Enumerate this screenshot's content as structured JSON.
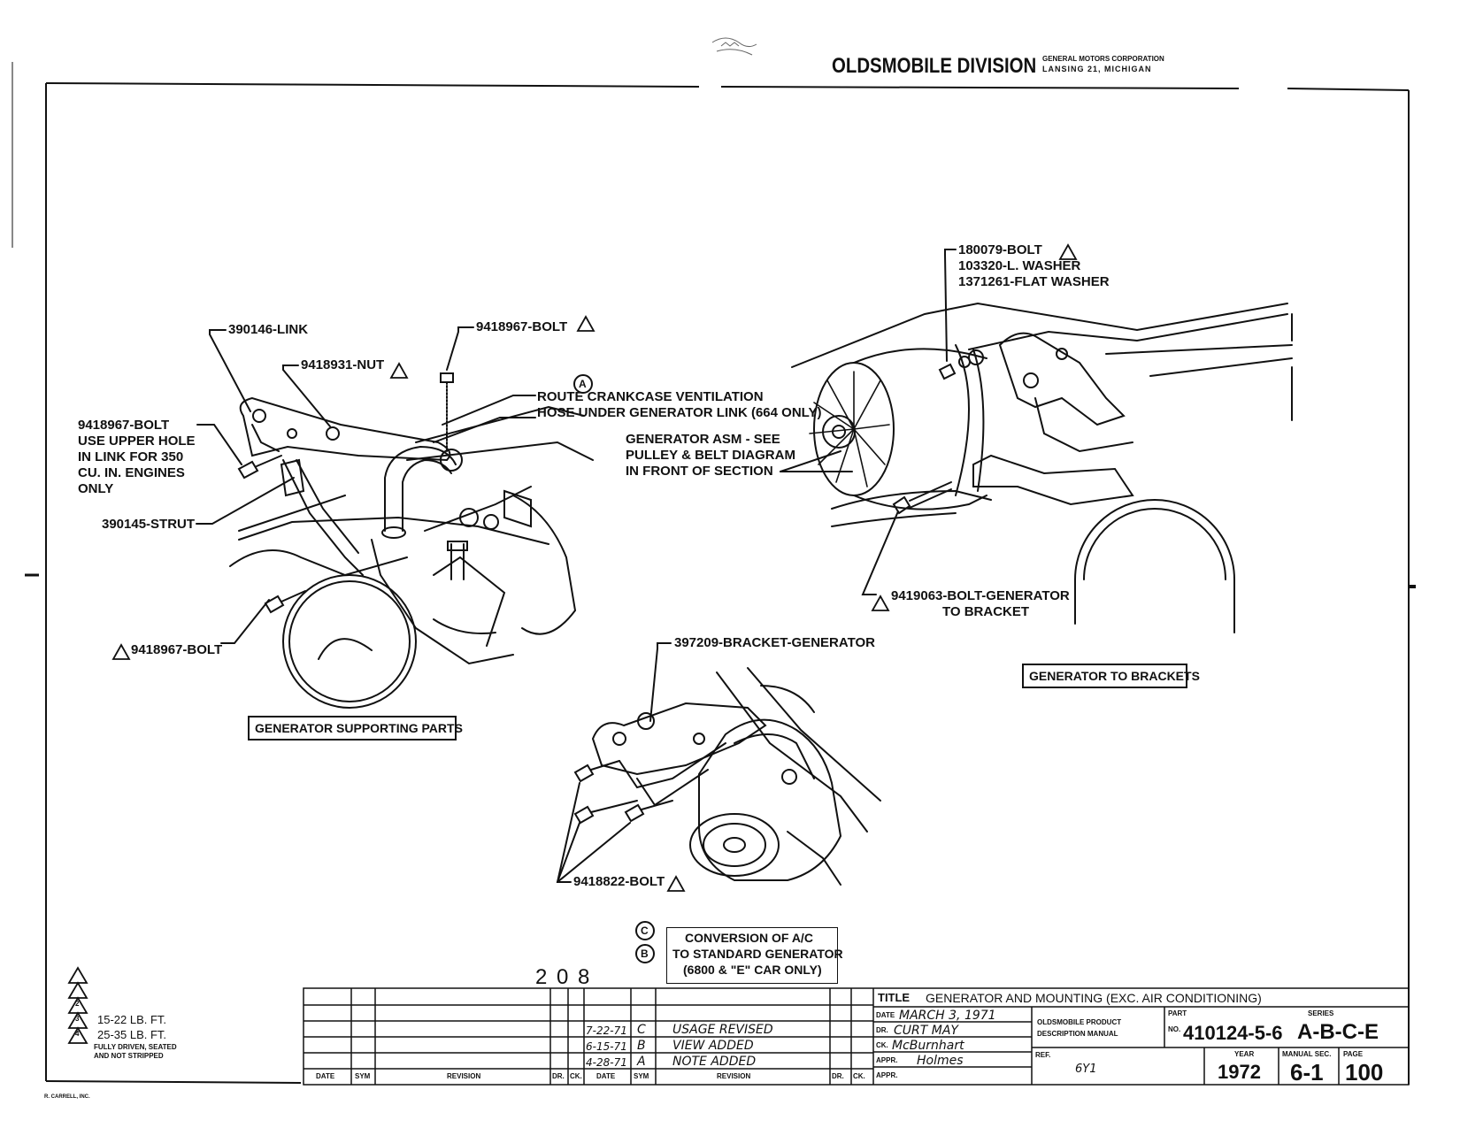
{
  "header": {
    "division": "OLDSMOBILE DIVISION",
    "corp_line1": "GENERAL MOTORS CORPORATION",
    "corp_line2": "LANSING 21, MICHIGAN"
  },
  "callouts": {
    "link": "390146-LINK",
    "nut": "9418931-NUT",
    "bolt_top": "9418967-BOLT",
    "bolt_left_1": "9418967-BOLT",
    "bolt_left_2": "USE UPPER HOLE",
    "bolt_left_3": "IN LINK FOR 350",
    "bolt_left_4": "CU. IN. ENGINES",
    "bolt_left_5": "ONLY",
    "strut": "390145-STRUT",
    "bolt_bottom": "9418967-BOLT",
    "route_1": "ROUTE CRANKCASE VENTILATION",
    "route_2": "HOSE UNDER GENERATOR LINK (664 ONLY)",
    "gen_asm_1": "GENERATOR ASM - SEE",
    "gen_asm_2": "PULLEY & BELT DIAGRAM",
    "gen_asm_3": "IN FRONT OF SECTION",
    "bolt_180079": "180079-BOLT",
    "l_washer": "103320-L. WASHER",
    "flat_washer": "1371261-FLAT WASHER",
    "bolt_gen_1": "9419063-BOLT-GENERATOR",
    "bolt_gen_2": "TO BRACKET",
    "bracket": "397209-BRACKET-GENERATOR",
    "bolt_9418822": "9418822-BOLT"
  },
  "markers": {
    "a": "A",
    "b": "B",
    "c": "C",
    "warn2": "2",
    "warn3": "3",
    "warn4": "4"
  },
  "captions": {
    "supporting": "GENERATOR SUPPORTING PARTS",
    "brackets": "GENERATOR TO BRACKETS",
    "conversion_1": "CONVERSION OF A/C",
    "conversion_2": "TO STANDARD GENERATOR",
    "conversion_3": "(6800 & \"E\" CAR ONLY)"
  },
  "page_number_handwritten": "2 0 8",
  "legend": {
    "item2": "15-22 LB. FT.",
    "item3": "25-35 LB. FT.",
    "item4_1": "FULLY DRIVEN, SEATED",
    "item4_2": "AND NOT STRIPPED"
  },
  "revision_block": {
    "headers": [
      "DATE",
      "SYM",
      "REVISION",
      "DR.",
      "CK.",
      "DATE",
      "SYM",
      "REVISION",
      "DR.",
      "CK."
    ],
    "rows": [
      {
        "date": "7-22-71",
        "sym": "C",
        "revision": "USAGE REVISED"
      },
      {
        "date": "6-15-71",
        "sym": "B",
        "revision": "VIEW ADDED"
      },
      {
        "date": "4-28-71",
        "sym": "A",
        "revision": "NOTE ADDED"
      }
    ]
  },
  "title_block": {
    "title_label": "TITLE",
    "title": "GENERATOR AND MOUNTING (EXC. AIR CONDITIONING)",
    "date_label": "DATE",
    "date_value": "MARCH 3, 1971",
    "dr_label": "DR.",
    "dr_value": "CURT MAY",
    "ck_label": "CK.",
    "ck_value": "McBurnhart",
    "appr_label": "APPR.",
    "appr_value": "Holmes",
    "appr2_label": "APPR.",
    "manual_1": "OLDSMOBILE PRODUCT",
    "manual_2": "DESCRIPTION MANUAL",
    "ref_label": "REF.",
    "ref_value": "6Y1",
    "part_label": "PART",
    "no_label": "NO.",
    "part_no": "410124-5-6",
    "series_label": "SERIES",
    "series": "A-B-C-E",
    "year_label": "YEAR",
    "year": "1972",
    "manual_sec_label": "MANUAL SEC.",
    "manual_sec": "6-1",
    "page_label": "PAGE",
    "page": "100"
  },
  "printer_mark": "R. CARRELL, INC."
}
